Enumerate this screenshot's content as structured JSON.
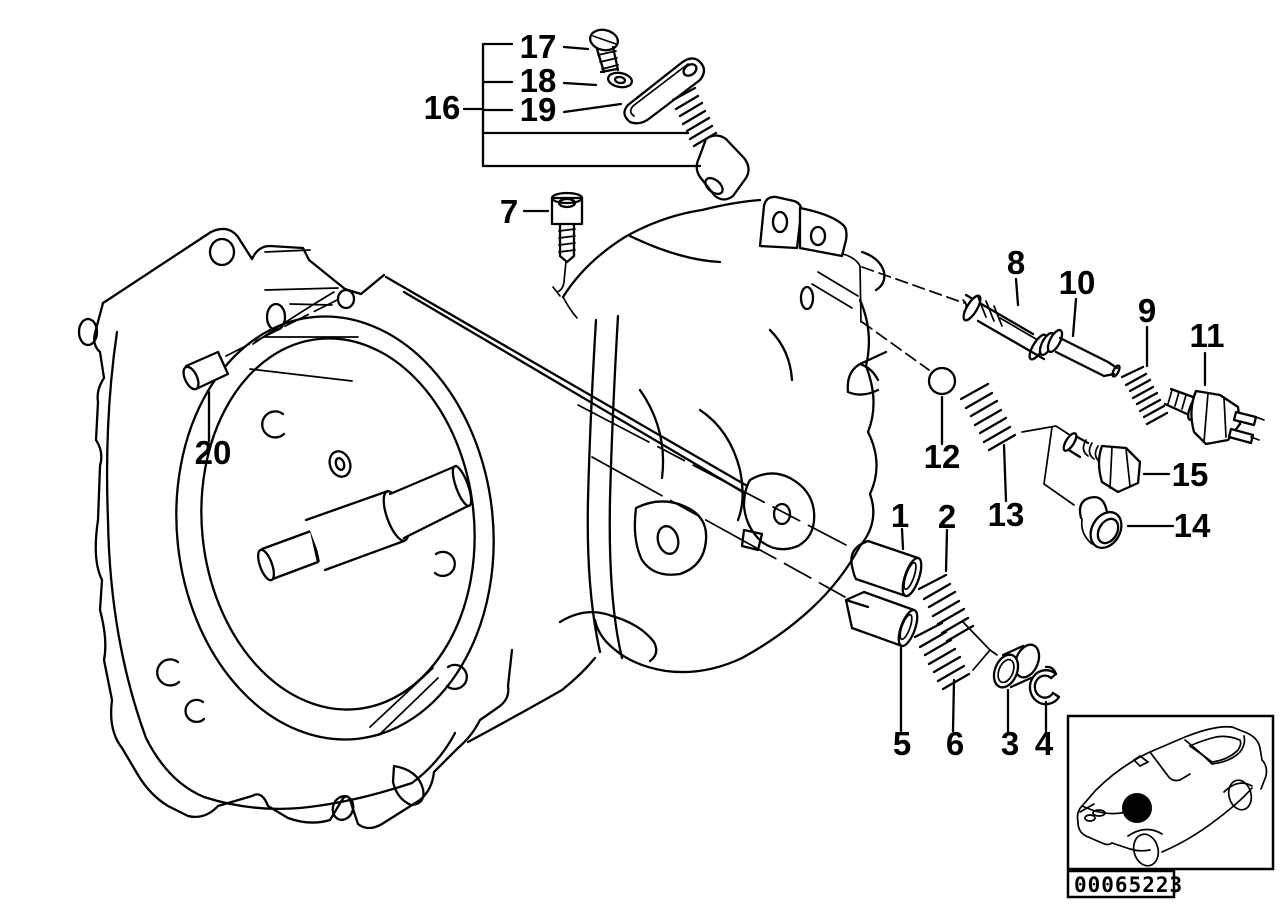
{
  "colors": {
    "line": "#000000",
    "background": "#ffffff"
  },
  "callouts": [
    {
      "label": "1"
    },
    {
      "label": "2"
    },
    {
      "label": "3"
    },
    {
      "label": "4"
    },
    {
      "label": "5"
    },
    {
      "label": "6"
    },
    {
      "label": "7"
    },
    {
      "label": "8"
    },
    {
      "label": "9"
    },
    {
      "label": "10"
    },
    {
      "label": "11"
    },
    {
      "label": "12"
    },
    {
      "label": "13"
    },
    {
      "label": "14"
    },
    {
      "label": "15"
    },
    {
      "label": "16"
    },
    {
      "label": "17"
    },
    {
      "label": "18"
    },
    {
      "label": "19"
    },
    {
      "label": "20"
    }
  ],
  "thumbnail": {
    "image_number": "00065223"
  }
}
